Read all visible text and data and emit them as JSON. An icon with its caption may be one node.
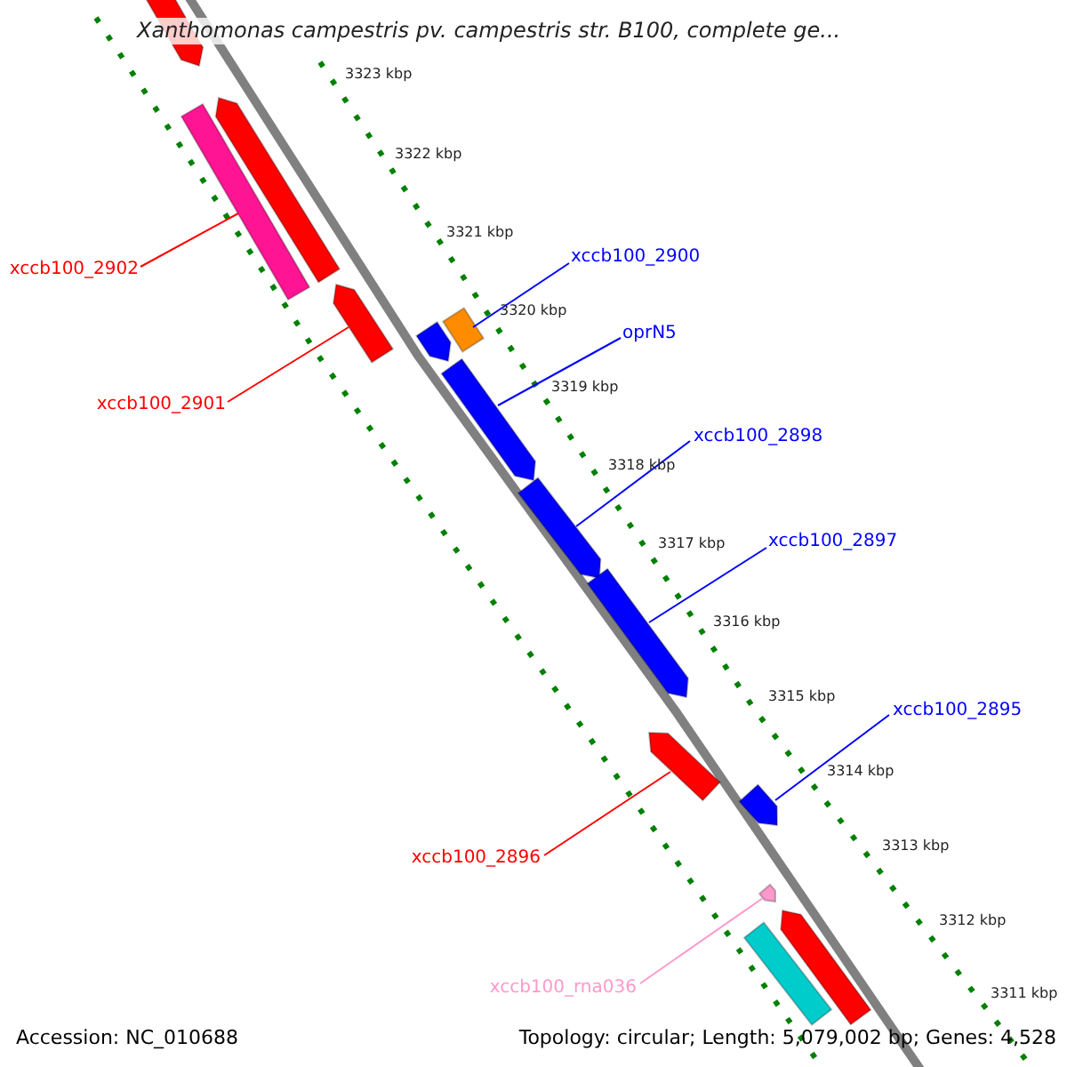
{
  "diagram": {
    "title": "Xanthomonas campestris pv. campestris str. B100, complete ge...",
    "nodes": [
      {
        "text": [],
        "shape": "arrow"
      },
      {
        "text": [],
        "shape": "bar"
      },
      {
        "text": [],
        "shape": "arrow"
      },
      {
        "text": [],
        "shape": "arrow"
      },
      {
        "text": [],
        "shape": "bar"
      },
      {
        "text": [],
        "shape": "arrow"
      },
      {
        "text": [],
        "shape": "arrow"
      },
      {
        "text": [],
        "shape": "arrow"
      },
      {
        "text": [],
        "shape": "arrow"
      },
      {
        "text": [],
        "shape": "arrow"
      },
      {
        "text": [],
        "shape": "arrow"
      },
      {
        "text": [],
        "shape": "arrow"
      },
      {
        "text": [],
        "shape": "bar"
      },
      {
        "text": [],
        "shape": "arrow"
      },
      {
        "text": [
          "xccb100_2902"
        ]
      },
      {
        "text": [
          "xccb100_2901"
        ]
      },
      {
        "text": [
          "xccb100_2900"
        ]
      },
      {
        "text": [
          "oprN5"
        ]
      },
      {
        "text": [
          "xccb100_2898"
        ]
      },
      {
        "text": [
          "xccb100_2897"
        ]
      },
      {
        "text": [
          "xccb100_2895"
        ]
      },
      {
        "text": [
          "xccb100_2896"
        ]
      },
      {
        "text": [
          "xccb100_rna036"
        ]
      }
    ],
    "edges": [
      {
        "from": 14,
        "to": 1,
        "arrow": "none",
        "color": "#ff0000"
      },
      {
        "from": 15,
        "to": 3,
        "arrow": "none",
        "color": "#ff0000"
      },
      {
        "from": 16,
        "to": 4,
        "arrow": "none"
      },
      {
        "from": 17,
        "to": 6,
        "arrow": "none"
      },
      {
        "from": 18,
        "to": 7,
        "arrow": "none"
      },
      {
        "from": 19,
        "to": 8,
        "arrow": "none"
      },
      {
        "from": 20,
        "to": 10,
        "arrow": "none"
      },
      {
        "from": 21,
        "to": 9,
        "arrow": "none",
        "color": "#ff0000"
      },
      {
        "from": 22,
        "to": 11,
        "arrow": "none",
        "color": "#ff99cc"
      }
    ],
    "labels": [
      "3323 kbp",
      "3322 kbp",
      "3321 kbp",
      "3320 kbp",
      "3319 kbp",
      "3318 kbp",
      "3317 kbp",
      "3316 kbp",
      "3315 kbp",
      "3314 kbp",
      "3313 kbp",
      "3312 kbp",
      "3311 kbp",
      "Accession: NC_010688",
      "Topology: circular; Length: 5,079,002 bp; Genes: 4,528"
    ]
  }
}
